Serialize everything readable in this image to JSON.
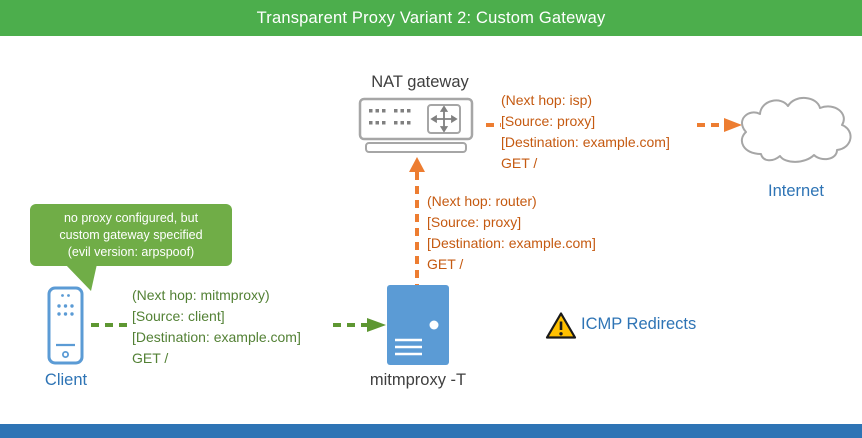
{
  "header": {
    "title": "Transparent Proxy Variant 2: Custom Gateway"
  },
  "nodes": {
    "nat_gateway": {
      "label": "NAT gateway"
    },
    "internet": {
      "label": "Internet"
    },
    "client": {
      "label": "Client"
    },
    "mitmproxy": {
      "label": "mitmproxy -T"
    }
  },
  "callout": {
    "lines": [
      "no proxy configured, but",
      "custom gateway specified",
      "(evil version: arpspoof)"
    ]
  },
  "flows": {
    "client_to_proxy": {
      "lines": [
        "(Next hop: mitmproxy)",
        "[Source: client]",
        "[Destination: example.com]",
        "GET /"
      ]
    },
    "proxy_to_gateway": {
      "lines": [
        "(Next hop: router)",
        "[Source: proxy]",
        "[Destination: example.com]",
        "GET /"
      ]
    },
    "gateway_to_internet": {
      "lines": [
        "(Next hop: isp)",
        "[Source: proxy]",
        "[Destination: example.com]",
        "GET /"
      ]
    }
  },
  "warning": {
    "label": "ICMP Redirects"
  },
  "icons": {
    "nat_gateway": "router-switch-icon",
    "internet": "cloud-icon",
    "client": "smartphone-icon",
    "mitmproxy": "server-icon",
    "warning": "warning-triangle-icon"
  },
  "colors": {
    "header_green": "#4CAE4C",
    "callout_green": "#70AD47",
    "flow_green_text": "#538135",
    "flow_green_arrow": "#5E9732",
    "flow_orange_arrow": "#ED7D31",
    "flow_orange_text": "#C55A11",
    "label_blue": "#2E74B5",
    "device_blue": "#5B9BD5",
    "footer_blue": "#2E74B5",
    "icon_gray": "#A6A6A6",
    "label_gray": "#3F3F3F",
    "warning_yellow": "#FFC000"
  }
}
